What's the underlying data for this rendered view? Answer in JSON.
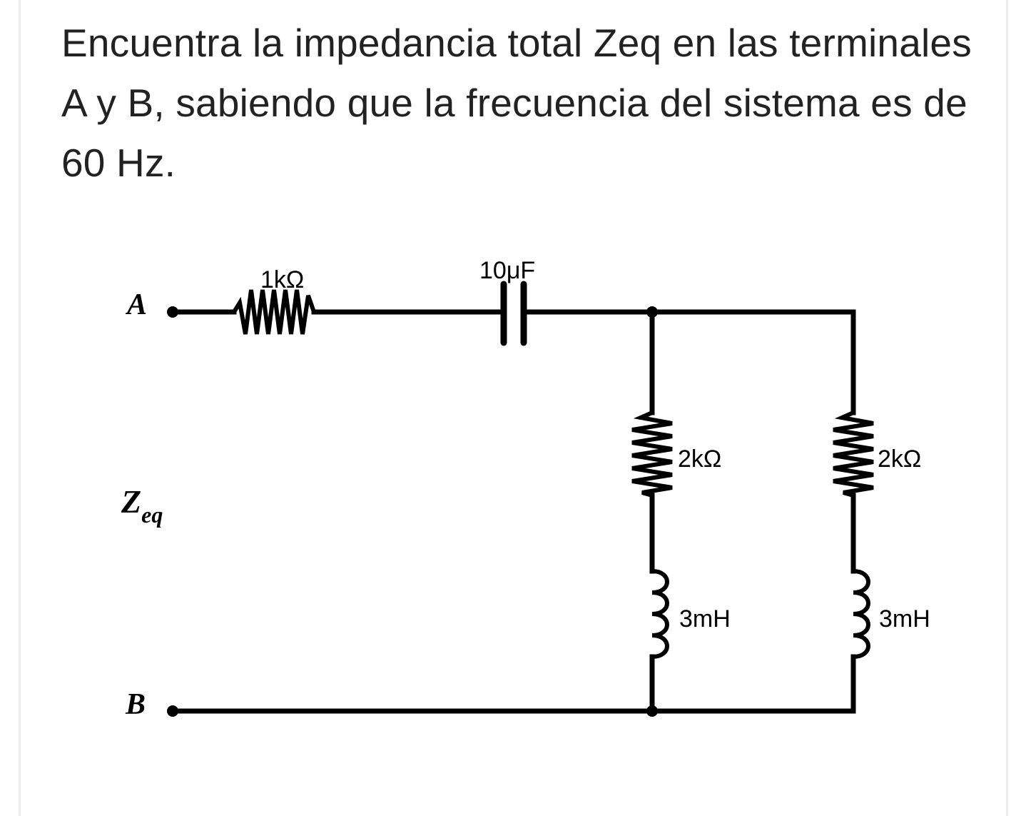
{
  "question": {
    "text": "Encuentra la impedancia total Zeq en las terminales A y B, sabiendo que la frecuencia del sistema es de 60 Hz."
  },
  "circuit": {
    "terminal_a": "A",
    "terminal_b": "B",
    "zeq_main": "Z",
    "zeq_sub": "eq",
    "series_resistor": "1kΩ",
    "capacitor": "10μF",
    "branch1_resistor": "2kΩ",
    "branch1_inductor": "3mH",
    "branch2_resistor": "2kΩ",
    "branch2_inductor": "3mH",
    "icons": [
      "resistor-icon",
      "capacitor-icon",
      "inductor-icon",
      "terminal-dot-icon",
      "junction-dot-icon"
    ]
  }
}
